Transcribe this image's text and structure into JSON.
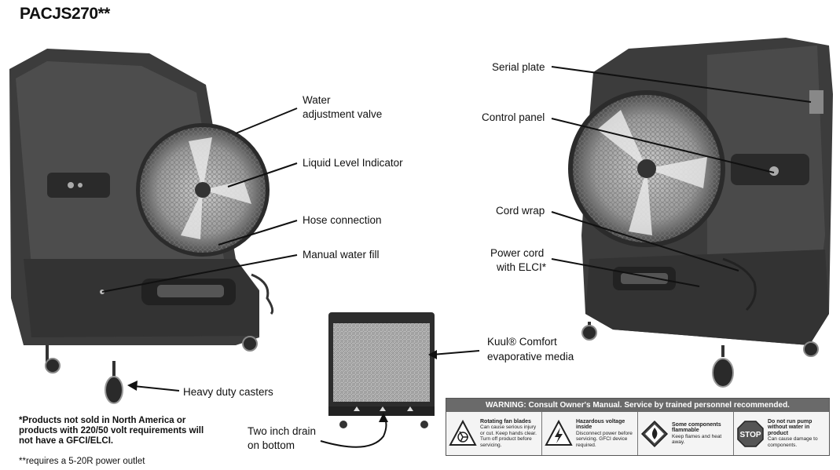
{
  "title": "PACJS270**",
  "labels": {
    "water_valve_line1": "Water",
    "water_valve_line2": "adjustment valve",
    "liquid_level": "Liquid Level Indicator",
    "hose_connection": "Hose connection",
    "manual_water_fill": "Manual water fill",
    "heavy_duty_casters": "Heavy duty casters",
    "serial_plate": "Serial plate",
    "control_panel": "Control panel",
    "cord_wrap": "Cord wrap",
    "power_cord_line1": "Power cord",
    "power_cord_line2": "with ELCI*",
    "kuul_line1": "Kuul® Comfort",
    "kuul_line2": "evaporative media",
    "drain_line1": "Two inch drain",
    "drain_line2": "on bottom"
  },
  "notes": {
    "products_line1": "*Products not sold in North America or",
    "products_line2": "products with 220/50 volt requirements will",
    "products_line3": "not have a GFCI/ELCI.",
    "outlet": "**requires a 5-20R power outlet"
  },
  "warning_label": {
    "header": "WARNING: Consult Owner's Manual. Service by trained personnel recommended.",
    "cells": [
      {
        "icon": "rotating-blades-icon",
        "title": "Rotating fan blades",
        "text": "Can cause serious injury or cut. Keep hands clear. Turn off product before servicing."
      },
      {
        "icon": "high-voltage-icon",
        "title": "Hazardous voltage inside",
        "text": "Disconnect power before servicing. GFCI device required."
      },
      {
        "icon": "flammable-icon",
        "title": "Some components flammable",
        "text": "Keep flames and heat away."
      },
      {
        "icon": "stop-sign-icon",
        "title": "Do not run pump without water in product",
        "text": "Can cause damage to components."
      }
    ],
    "stop_text": "STOP"
  }
}
